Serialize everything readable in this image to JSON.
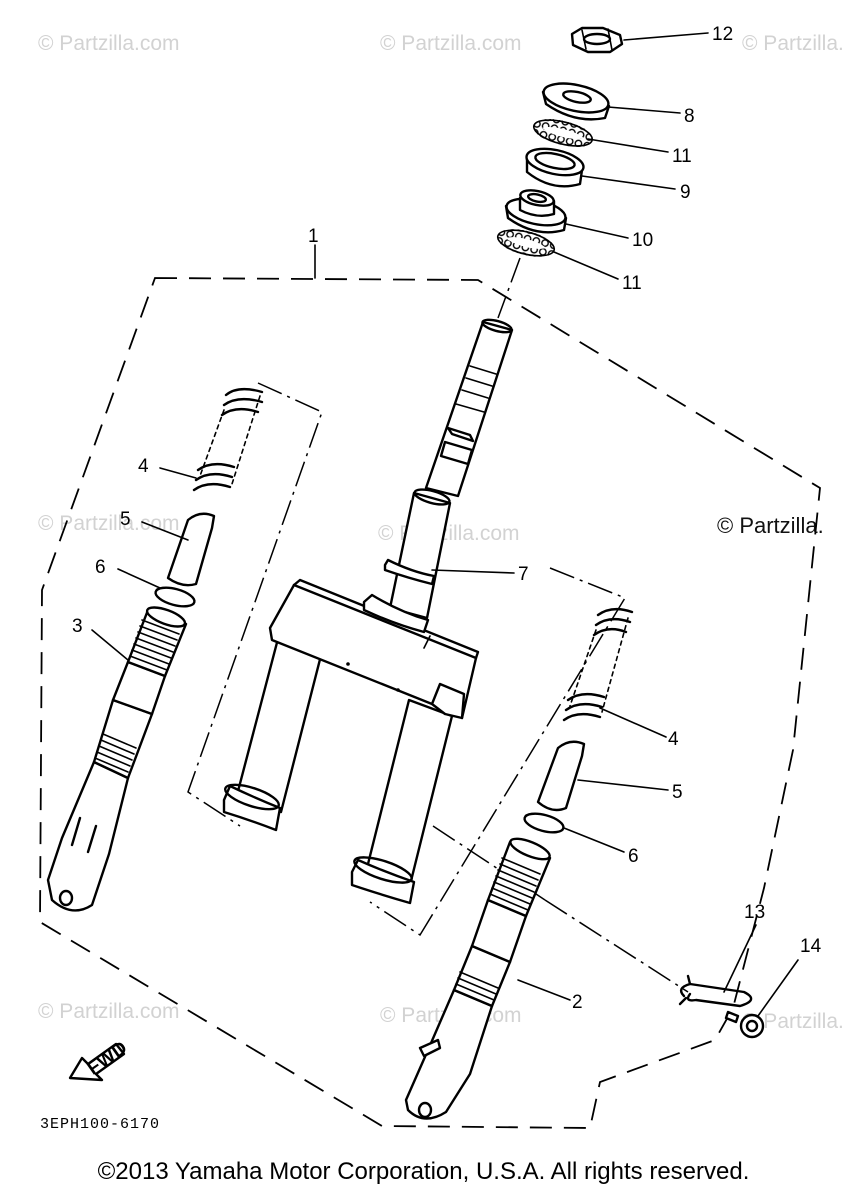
{
  "watermarks": {
    "tl": "© Partzilla.com",
    "tc": "© Partzilla.com",
    "tr": "© Partzilla.",
    "ml": "© Partzilla.com",
    "mc": "© Partzilla.com",
    "mr": "© Partzilla.",
    "bl": "© Partzilla.com",
    "bc": "© Partzilla.com",
    "br": "© Partzilla."
  },
  "callouts": {
    "c1": "1",
    "c2": "2",
    "c3": "3",
    "c4_left": "4",
    "c4_right": "4",
    "c5_left": "5",
    "c5_right": "5",
    "c6_left": "6",
    "c6_right": "6",
    "c7": "7",
    "c8": "8",
    "c9": "9",
    "c10": "10",
    "c11_top": "11",
    "c11_bottom": "11",
    "c12": "12",
    "c13": "13",
    "c14": "14"
  },
  "fwd_label": "FWD",
  "diagram_code": "3EPH100-6170",
  "copyright": "©2013 Yamaha Motor Corporation, U.S.A. All rights reserved."
}
